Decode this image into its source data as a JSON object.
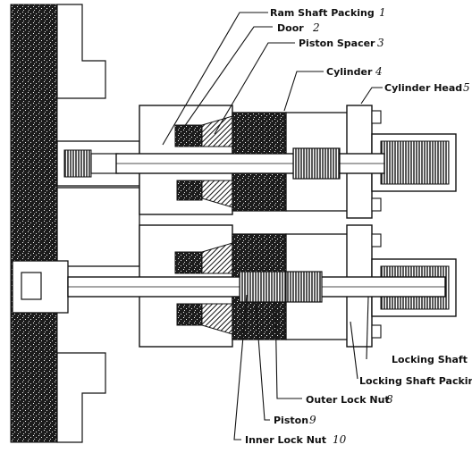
{
  "diagram": {
    "colors": {
      "ink": "#111111",
      "hatch": "#1c1c1c",
      "paper": "#ffffff",
      "steel": "#d6d6d6"
    },
    "labels": {
      "ram_shaft_packing": {
        "text": "Ram Shaft Packing",
        "num": "1"
      },
      "door": {
        "text": "Door",
        "num": "2"
      },
      "piston_spacer": {
        "text": "Piston Spacer",
        "num": "3"
      },
      "cylinder": {
        "text": "Cylinder",
        "num": "4"
      },
      "cylinder_head": {
        "text": "Cylinder Head",
        "num": "5"
      },
      "locking_shaft": {
        "text": "Locking Shaft",
        "num": ""
      },
      "locking_shaft_packing": {
        "text": "Locking Shaft Packin",
        "num": ""
      },
      "outer_lock_nut": {
        "text": "Outer Lock Nut",
        "num": "8"
      },
      "piston": {
        "text": "Piston",
        "num": "9"
      },
      "inner_lock_nut": {
        "text": "Inner Lock Nut",
        "num": "10"
      }
    }
  }
}
